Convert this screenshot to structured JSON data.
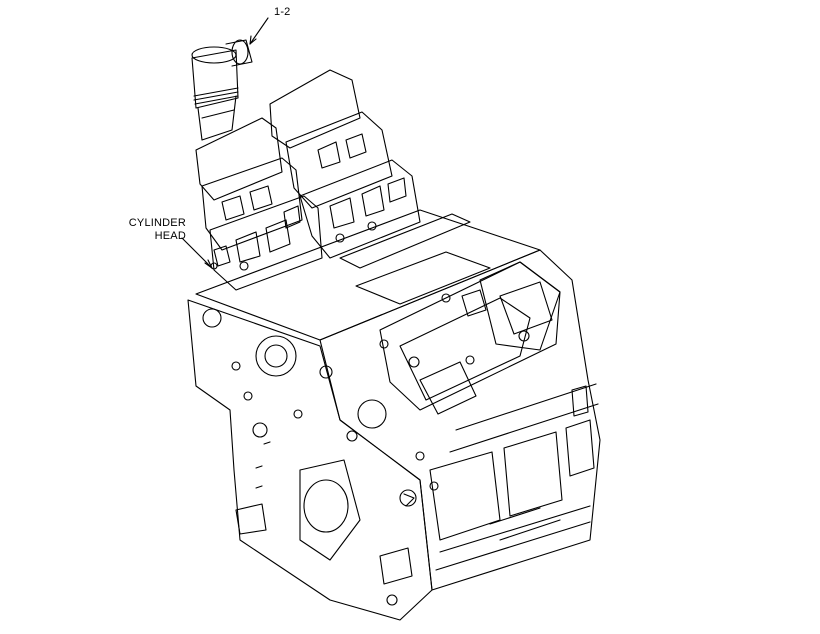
{
  "callouts": {
    "part_number": "1-2",
    "cylinder_head_line1": "CYLINDER",
    "cylinder_head_line2": "HEAD"
  },
  "colors": {
    "ink": "#000000",
    "paper": "#ffffff"
  }
}
